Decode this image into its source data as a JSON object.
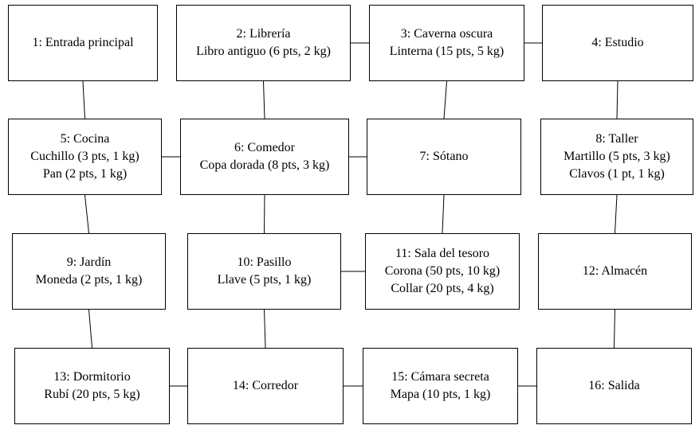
{
  "rooms": [
    {
      "id": 1,
      "lines": [
        "1: Entrada principal"
      ]
    },
    {
      "id": 2,
      "lines": [
        "2: Librería",
        "Libro antiguo (6 pts, 2 kg)"
      ]
    },
    {
      "id": 3,
      "lines": [
        "3: Caverna oscura",
        "Linterna (15 pts, 5 kg)"
      ]
    },
    {
      "id": 4,
      "lines": [
        "4: Estudio"
      ]
    },
    {
      "id": 5,
      "lines": [
        "5: Cocina",
        "Cuchillo (3 pts, 1 kg)",
        "Pan (2 pts, 1 kg)"
      ]
    },
    {
      "id": 6,
      "lines": [
        "6: Comedor",
        "Copa dorada (8 pts, 3 kg)"
      ]
    },
    {
      "id": 7,
      "lines": [
        "7: Sótano"
      ]
    },
    {
      "id": 8,
      "lines": [
        "8: Taller",
        "Martillo (5 pts, 3 kg)",
        "Clavos (1 pt, 1 kg)"
      ]
    },
    {
      "id": 9,
      "lines": [
        "9: Jardín",
        "Moneda (2 pts, 1 kg)"
      ]
    },
    {
      "id": 10,
      "lines": [
        "10: Pasillo",
        "Llave (5 pts, 1 kg)"
      ]
    },
    {
      "id": 11,
      "lines": [
        "11: Sala del tesoro",
        "Corona (50 pts, 10 kg)",
        "Collar (20 pts, 4 kg)"
      ]
    },
    {
      "id": 12,
      "lines": [
        "12: Almacén"
      ]
    },
    {
      "id": 13,
      "lines": [
        "13: Dormitorio",
        "Rubí (20 pts, 5 kg)"
      ]
    },
    {
      "id": 14,
      "lines": [
        "14: Corredor"
      ]
    },
    {
      "id": 15,
      "lines": [
        "15: Cámara secreta",
        "Mapa (10 pts, 1 kg)"
      ]
    },
    {
      "id": 16,
      "lines": [
        "16: Salida"
      ]
    }
  ],
  "connections": [
    [
      2,
      3
    ],
    [
      3,
      4
    ],
    [
      1,
      5
    ],
    [
      2,
      6
    ],
    [
      3,
      7
    ],
    [
      4,
      8
    ],
    [
      5,
      6
    ],
    [
      6,
      7
    ],
    [
      5,
      9
    ],
    [
      6,
      10
    ],
    [
      7,
      11
    ],
    [
      8,
      12
    ],
    [
      10,
      11
    ],
    [
      9,
      13
    ],
    [
      10,
      14
    ],
    [
      12,
      16
    ],
    [
      13,
      14
    ],
    [
      14,
      15
    ],
    [
      15,
      16
    ]
  ]
}
